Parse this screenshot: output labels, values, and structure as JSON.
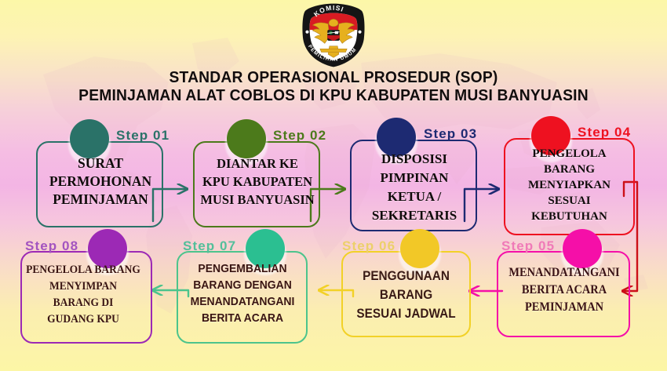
{
  "header": {
    "logo_name": "kpu-logo",
    "logo_text_top": "KOMISI",
    "logo_text_bottom": "PEMILIHAN UMUM",
    "title_line1": "STANDAR OPERASIONAL PROSEDUR (SOP)",
    "title_line2": "PEMINJAMAN ALAT COBLOS DI KPU KABUPATEN MUSI BANYUASIN"
  },
  "background": {
    "top_color": "#fcf7a8",
    "middle_color": "#f3b5e4",
    "bottom_color": "#fcf6a6",
    "map_name": "world-map-silhouette"
  },
  "steps": [
    {
      "id": "step-01",
      "label": "Step 01",
      "color": "#2a7268",
      "label_color": "#2a7268",
      "lines": [
        "SURAT",
        "PERMOHONAN",
        "PEMINJAMAN"
      ]
    },
    {
      "id": "step-02",
      "label": "Step 02",
      "color": "#4c7a1b",
      "label_color": "#4c7a1b",
      "lines": [
        "DIANTAR KE",
        "KPU KABUPATEN",
        "MUSI BANYUASIN"
      ]
    },
    {
      "id": "step-03",
      "label": "Step 03",
      "color": "#1d2a72",
      "label_color": "#1d2a72",
      "lines": [
        "DISPOSISI",
        "PIMPINAN",
        "KETUA /",
        "SEKRETARIS"
      ]
    },
    {
      "id": "step-04",
      "label": "Step 04",
      "color": "#ee1120",
      "label_color": "#ee1120",
      "lines": [
        "PENGELOLA",
        "BARANG",
        "MENYIAPKAN",
        "SESUAI",
        "KEBUTUHAN"
      ]
    },
    {
      "id": "step-05",
      "label": "Step 05",
      "color": "#f50fa8",
      "label_color": "#f07ab8",
      "lines": [
        "MENANDATANGANI",
        "BERITA ACARA",
        "PEMINJAMAN"
      ]
    },
    {
      "id": "step-06",
      "label": "Step 06",
      "color": "#f2c827",
      "label_color": "#ecd06a",
      "lines": [
        "PENGGUNAAN",
        "BARANG",
        "SESUAI JADWAL"
      ]
    },
    {
      "id": "step-07",
      "label": "Step 07",
      "color": "#2bbf91",
      "label_color": "#53bf9a",
      "lines": [
        "PENGEMBALIAN",
        "BARANG DENGAN",
        "MENANDATANGANI",
        "BERITA ACARA"
      ]
    },
    {
      "id": "step-08",
      "label": "Step 08",
      "color": "#9c29b5",
      "label_color": "#a354c0",
      "lines": [
        "PENGELOLA BARANG",
        "MENYIMPAN",
        "BARANG DI",
        "GUDANG KPU"
      ]
    }
  ],
  "connectors": [
    {
      "name": "connector-01-to-02",
      "color": "#2a7268"
    },
    {
      "name": "connector-02-to-03",
      "color": "#4c7a1b"
    },
    {
      "name": "connector-03-to-04",
      "color": "#1d2a72"
    },
    {
      "name": "connector-04-to-05",
      "color": "#cc1018"
    },
    {
      "name": "connector-05-to-06",
      "color": "#f50fa8"
    },
    {
      "name": "connector-06-to-07",
      "color": "#f2d127"
    },
    {
      "name": "connector-07-to-08",
      "color": "#4cc48c"
    }
  ]
}
